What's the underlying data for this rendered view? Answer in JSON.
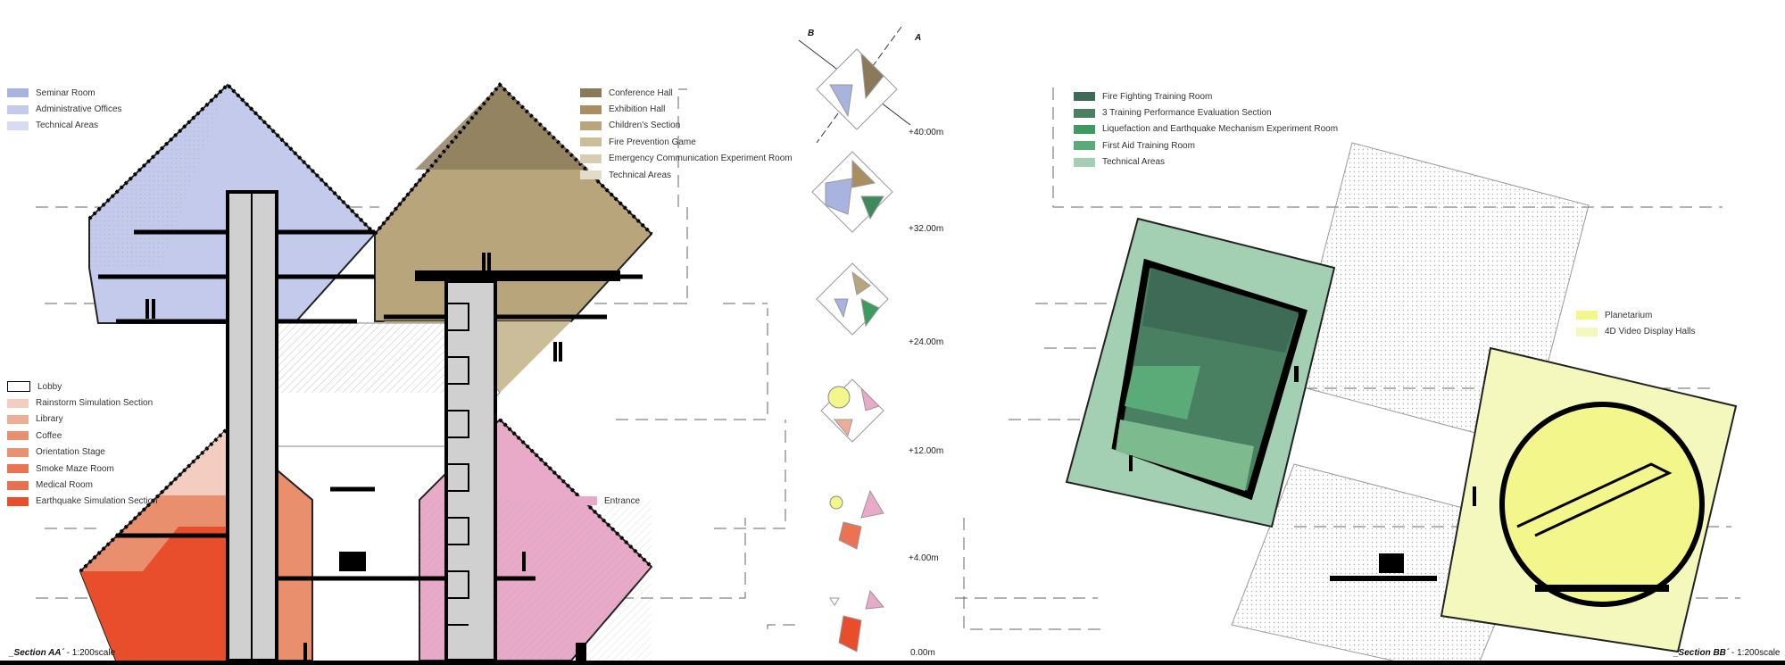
{
  "legends": {
    "blue": [
      {
        "label": "Seminar Room",
        "color": "#a9b3e0"
      },
      {
        "label": "Administrative Offices",
        "color": "#c3caec"
      },
      {
        "label": "Technical Areas",
        "color": "#d7dcf3"
      }
    ],
    "brown": [
      {
        "label": "Conference Hall",
        "color": "#8b7a5a"
      },
      {
        "label": "Exhibition Hall",
        "color": "#a88e60"
      },
      {
        "label": "Children's Section",
        "color": "#b9a57c"
      },
      {
        "label": "Fire Prevention Game",
        "color": "#cbbd99"
      },
      {
        "label": "Emergency Communication Experiment Room",
        "color": "#d6cdb3"
      },
      {
        "label": "Technical Areas",
        "color": "#e2dcc8"
      }
    ],
    "orange": [
      {
        "label": "Lobby",
        "color": "#ffffff"
      },
      {
        "label": "Rainstorm Simulation Section",
        "color": "#f3cdbf"
      },
      {
        "label": "Library",
        "color": "#eeae95"
      },
      {
        "label": "Coffee",
        "color": "#e98f6e"
      },
      {
        "label": "Orientation Stage",
        "color": "#e99272"
      },
      {
        "label": "Smoke Maze Room",
        "color": "#e97352"
      },
      {
        "label": " Medical Room",
        "color": "#e9704f"
      },
      {
        "label": "Earthquake Simulation Section",
        "color": "#e84e2c"
      }
    ],
    "pink": [
      {
        "label": "Entrance",
        "color": "#e9a9c8"
      }
    ],
    "green": [
      {
        "label": "Fire Fighting Training Room",
        "color": "#3e6b55"
      },
      {
        "label": "3 Training Performance Evaluation Section",
        "color": "#4a8062"
      },
      {
        "label": "Liquefaction and Earthquake Mechanism Experiment Room",
        "color": "#3f9a60"
      },
      {
        "label": "First Aid Training Room",
        "color": "#5bab78"
      },
      {
        "label": "Technical Areas",
        "color": "#a3cfb2"
      }
    ],
    "yellow": [
      {
        "label": "Planetarium",
        "color": "#f3f68a"
      },
      {
        "label": "4D Video Display  Halls",
        "color": "#f5f8bd"
      }
    ]
  },
  "axes": {
    "a": "A",
    "b": "B"
  },
  "levels": [
    "+40:00m",
    "+32.00m",
    "+24.00m",
    "+12.00m",
    "+4.00m",
    "0.00m"
  ],
  "captions": {
    "left_title": "_Section AA´",
    "left_scale": " - 1:200scale",
    "right_title": "_Section BB´",
    "right_scale": " - 1:200scale"
  }
}
